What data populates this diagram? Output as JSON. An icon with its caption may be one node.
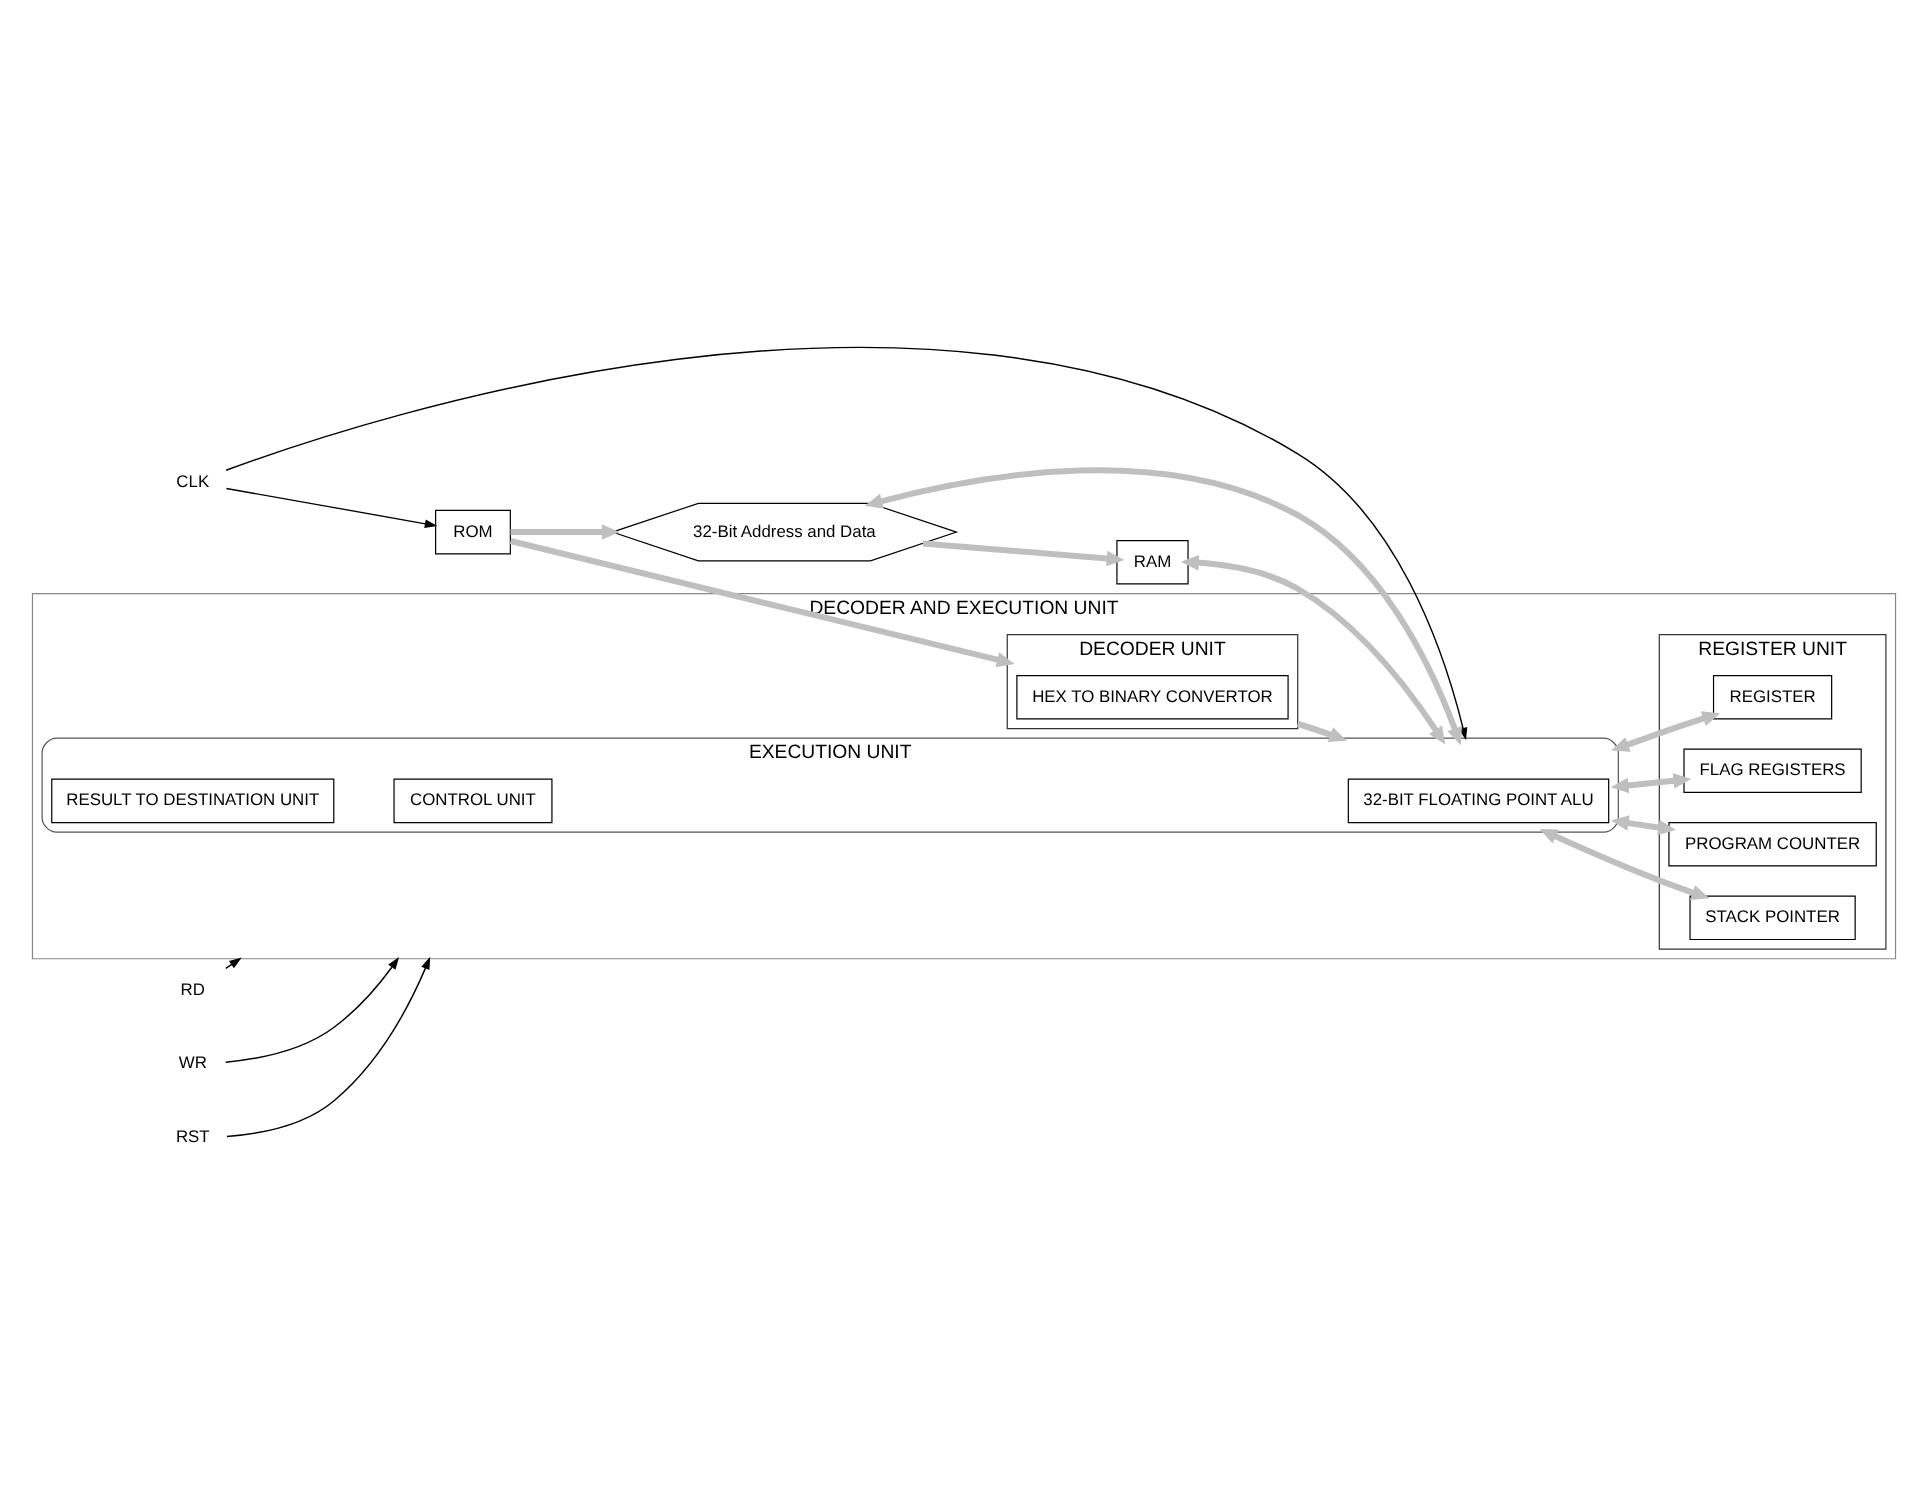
{
  "diagram": {
    "nodes": [
      {
        "text": [
          "CLK"
        ]
      },
      {
        "text": [
          "ROM"
        ]
      },
      {
        "text": [
          "DECODER AND EXECUTION UNIT"
        ]
      },
      {
        "text": [
          "EXECUTION UNIT"
        ],
        "in": 2
      },
      {
        "text": [
          "CONTROL UNIT"
        ],
        "in": 3
      },
      {
        "text": [
          "32-BIT FLOATING POINT ALU"
        ],
        "in": 3
      },
      {
        "text": [
          "RESULT TO DESTINATION UNIT"
        ],
        "in": 3
      },
      {
        "text": [
          "DECODER UNIT"
        ],
        "in": 2
      },
      {
        "text": [
          "HEX TO BINARY CONVERTOR"
        ],
        "in": 7
      },
      {
        "text": [
          "REGISTER UNIT"
        ],
        "in": 2
      },
      {
        "text": [
          "REGISTER"
        ],
        "in": 9
      },
      {
        "text": [
          "FLAG REGISTERS"
        ],
        "in": 9
      },
      {
        "text": [
          "PROGRAM COUNTER"
        ],
        "in": 9
      },
      {
        "text": [
          "STACK POINTER"
        ],
        "in": 9
      },
      {
        "text": [
          "32-Bit Address and Data"
        ]
      },
      {
        "text": [
          "RD"
        ]
      },
      {
        "text": [
          "WR"
        ]
      },
      {
        "text": [
          "RST"
        ]
      },
      {
        "text": [
          "RAM"
        ]
      }
    ],
    "edges": [
      {
        "from": 0,
        "to": 1,
        "arrow": "to",
        "color": "#000000"
      },
      {
        "from": 0,
        "to": 3,
        "arrow": "to",
        "color": "#000000"
      },
      {
        "from": 1,
        "to": 7,
        "arrow": "to"
      },
      {
        "from": 1,
        "to": 14,
        "arrow": "to"
      },
      {
        "from": 7,
        "to": 3,
        "arrow": "to"
      },
      {
        "from": 14,
        "to": 3,
        "arrow": "both"
      },
      {
        "from": 3,
        "to": 10,
        "arrow": "both"
      },
      {
        "from": 3,
        "to": 11,
        "arrow": "both"
      },
      {
        "from": 3,
        "to": 12,
        "arrow": "both"
      },
      {
        "from": 3,
        "to": 13,
        "arrow": "both"
      },
      {
        "from": 15,
        "to": 2,
        "arrow": "to",
        "color": "#000000"
      },
      {
        "from": 16,
        "to": 2,
        "arrow": "to",
        "color": "#000000"
      },
      {
        "from": 17,
        "to": 2,
        "arrow": "to",
        "color": "#000000"
      },
      {
        "from": 14,
        "to": 18,
        "arrow": "to"
      },
      {
        "from": 18,
        "to": 3,
        "arrow": "both"
      }
    ]
  }
}
